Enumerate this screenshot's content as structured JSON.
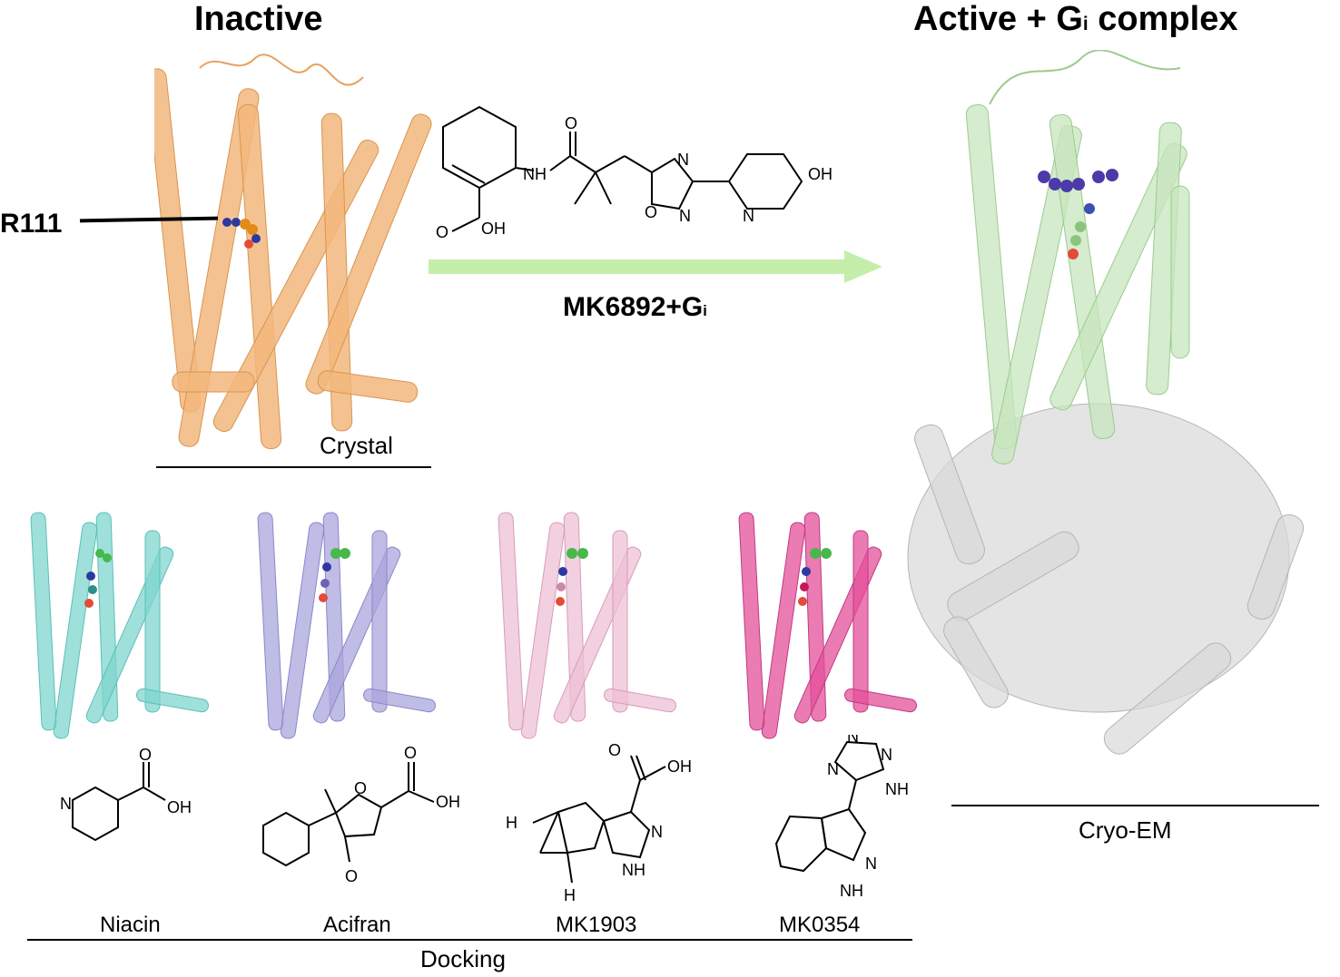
{
  "titles": {
    "inactive": "Inactive",
    "active_main": "Active + G",
    "active_sub": "i",
    "active_tail": " complex"
  },
  "residue_label": "R111",
  "arrow": {
    "label_main": "MK6892+G",
    "label_sub": "i",
    "color": "#c4eeaa"
  },
  "mk6892_atoms": {
    "nh": "NH",
    "oh_acid": "OH",
    "o_carbonyl": "O",
    "o_acid": "O",
    "n1": "N",
    "o_ring": "O",
    "n2": "N",
    "n_pyridine": "N",
    "oh_phenol": "OH"
  },
  "structure_captions": {
    "crystal": "Crystal",
    "cryo_em": "Cryo-EM",
    "docking": "Docking"
  },
  "ligands": [
    {
      "name": "Niacin",
      "color": "#7fd6cf"
    },
    {
      "name": "Acifran",
      "color": "#a9a6dc"
    },
    {
      "name": "MK1903",
      "color": "#eec0d6"
    },
    {
      "name": "MK0354",
      "color": "#e34f9a"
    }
  ],
  "ligand_atoms": {
    "niacin": {
      "n": "N",
      "o": "O",
      "oh": "OH"
    },
    "acifran": {
      "o_ring": "O",
      "o_acid": "O",
      "oh": "OH",
      "o_keto": "O"
    },
    "mk1903": {
      "o": "O",
      "oh": "OH",
      "n": "N",
      "nh": "NH",
      "h_top": "H",
      "h_bottom": "H"
    },
    "mk0354": {
      "n1": "N",
      "n2": "N",
      "n3": "N",
      "nh_tet": "NH",
      "n_pyr": "N",
      "nh_pyr": "NH"
    }
  },
  "colors": {
    "inactive_receptor": "#f2b77c",
    "active_receptor": "#c7e6bd",
    "g_protein": "#d9d9d9"
  }
}
